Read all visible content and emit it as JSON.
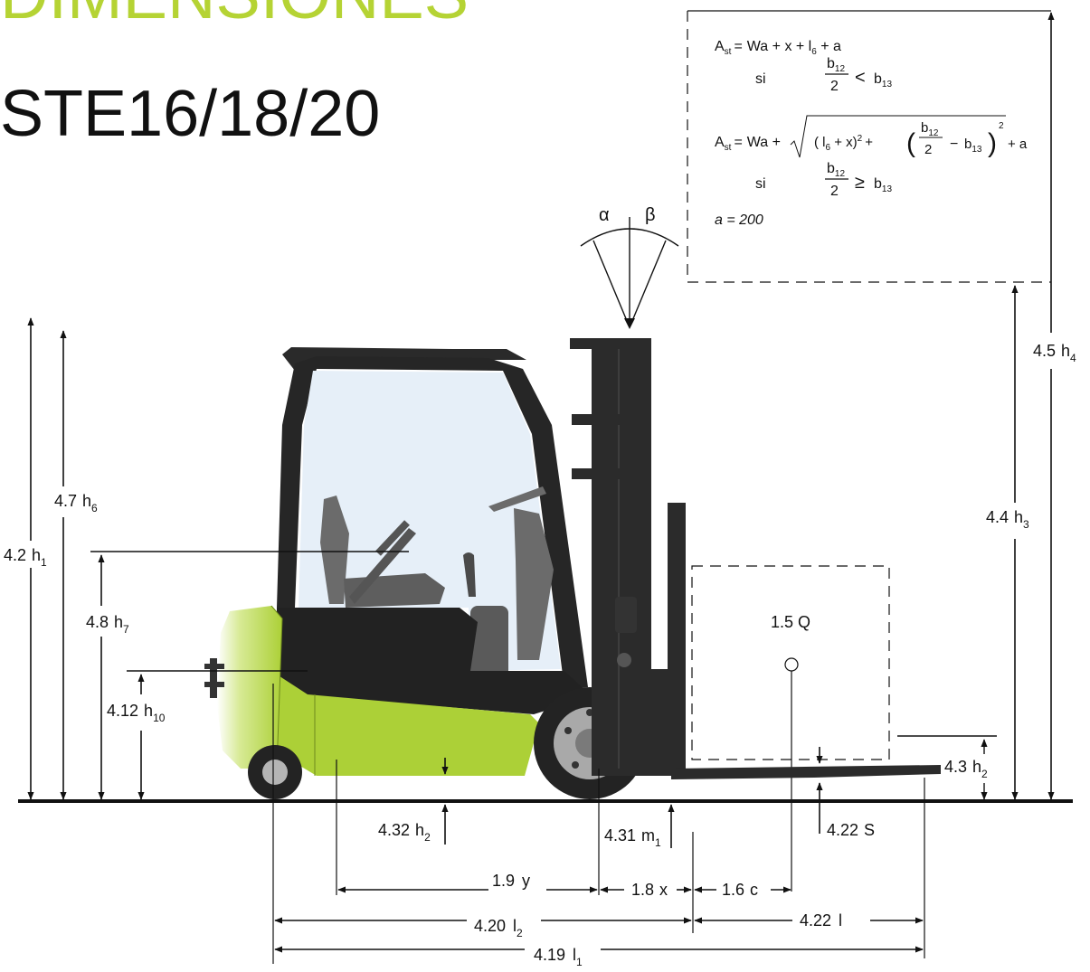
{
  "header": {
    "section_title": "DIMENSIONES",
    "model": "STE16/18/20"
  },
  "formula": {
    "line1": {
      "lhs": "A",
      "lhs_sub": "st",
      "eq": "=",
      "rhs": "Wa + x + l",
      "rhs_sub": "6",
      "rhs_tail": " + a"
    },
    "cond1": {
      "si": "si",
      "num": "b",
      "num_sub": "12",
      "den": "2",
      "op": "<",
      "rhs": "b",
      "rhs_sub": "13"
    },
    "line2": {
      "lhs": "A",
      "lhs_sub": "st",
      "eq": "=",
      "lead": "Wa +",
      "paren_open": "( l",
      "paren_sub": "6",
      "paren_tail": " + x)",
      "sup2": "2",
      "plus": "+",
      "frac_num": "b",
      "frac_num_sub": "12",
      "frac_den": "2",
      "minus": "−",
      "b": "b",
      "b_sub": "13",
      "sup_outer": "2",
      "tail": "+ a"
    },
    "cond2": {
      "si": "si",
      "num": "b",
      "num_sub": "12",
      "den": "2",
      "op": "≥",
      "rhs": "b",
      "rhs_sub": "13"
    },
    "a_value": "a = 200"
  },
  "angles": {
    "alpha": "α",
    "beta": "β"
  },
  "load": {
    "label": "1.5 Q"
  },
  "dimensions": {
    "h4": {
      "code": "4.5",
      "sym": "h",
      "sub": "4"
    },
    "h3": {
      "code": "4.4",
      "sym": "h",
      "sub": "3"
    },
    "h6": {
      "code": "4.7",
      "sym": "h",
      "sub": "6"
    },
    "h1": {
      "code": "4.2",
      "sym": "h",
      "sub": "1"
    },
    "h7": {
      "code": "4.8",
      "sym": "h",
      "sub": "7"
    },
    "h10": {
      "code": "4.12",
      "sym": "h",
      "sub": "10"
    },
    "h2_right": {
      "code": "4.3",
      "sym": "h",
      "sub": "2"
    },
    "h2_bottom": {
      "code": "4.32",
      "sym": "h",
      "sub": "2"
    },
    "m1": {
      "code": "4.31",
      "sym": "m",
      "sub": "1"
    },
    "s": {
      "code": "4.22",
      "sym": "S"
    },
    "y": {
      "code": "1.9",
      "sym": "y"
    },
    "x": {
      "code": "1.8",
      "sym": "x"
    },
    "c": {
      "code": "1.6",
      "sym": "c"
    },
    "l2": {
      "code": "4.20",
      "sym": "l",
      "sub": "2"
    },
    "l": {
      "code": "4.22",
      "sym": "l"
    },
    "l1": {
      "code": "4.19",
      "sym": "l",
      "sub": "1"
    }
  },
  "colors": {
    "brand_green": "#b5d334",
    "body_green": "#acd037",
    "dark": "#262626",
    "mast": "#2b2b2b",
    "glass": "#e6eff8",
    "seat": "#6b6b6b",
    "line": "#111111"
  }
}
